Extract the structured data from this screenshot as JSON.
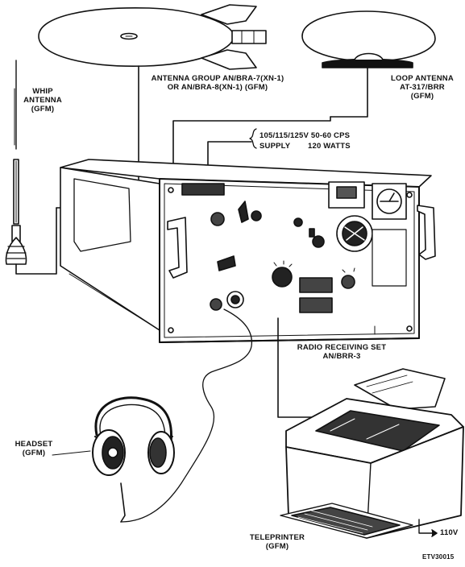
{
  "labels": {
    "whip_antenna": [
      "WHIP",
      "ANTENNA",
      "(GFM)"
    ],
    "antenna_group": [
      "ANTENNA GROUP AN/BRA-7(XN-1)",
      "OR AN/BRA-8(XN-1)  (GFM)"
    ],
    "loop_antenna": [
      "LOOP ANTENNA",
      "AT-317/BRR",
      "(GFM)"
    ],
    "supply_line1": "105/115/125V  50-60  CPS",
    "supply_line2": "SUPPLY",
    "supply_watts": "120 WATTS",
    "radio_set": [
      "RADIO RECEIVING SET",
      "AN/BRR-3"
    ],
    "headset": [
      "HEADSET",
      "(GFM)"
    ],
    "teleprinter": [
      "TELEPRINTER",
      "(GFM)"
    ],
    "power_110": "110V",
    "figure_id": "ETV30015"
  }
}
